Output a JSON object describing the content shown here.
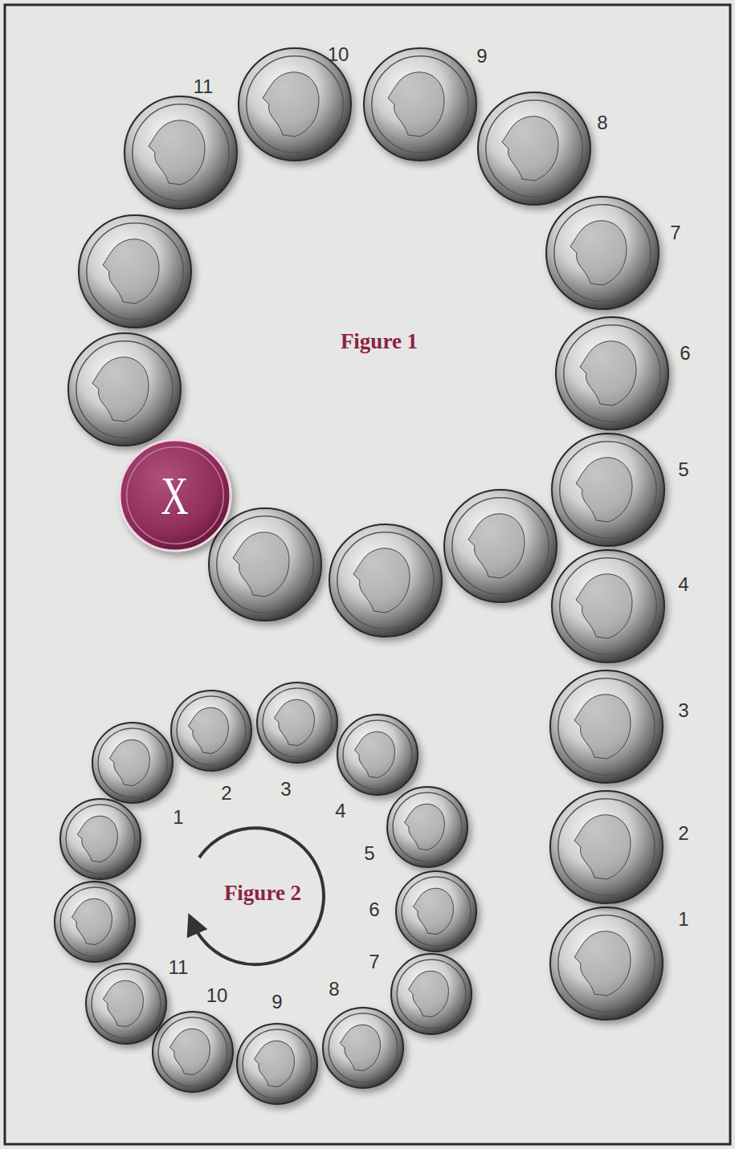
{
  "diagram": {
    "nodes": [
      {
        "text": [
          "X"
        ]
      }
    ],
    "labels": [
      "Figure 1",
      "1",
      "2",
      "3",
      "4",
      "5",
      "6",
      "7",
      "8",
      "9",
      "10",
      "11",
      "Figure 2",
      "1",
      "2",
      "3",
      "4",
      "5",
      "6",
      "7",
      "8",
      "9",
      "10",
      "11"
    ]
  }
}
